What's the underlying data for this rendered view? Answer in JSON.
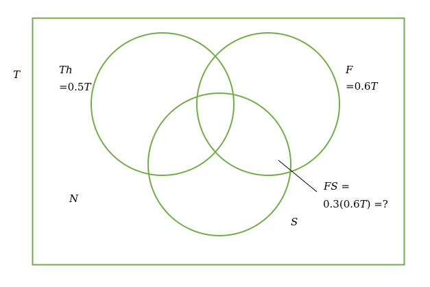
{
  "colors": {
    "outline": "#70ad47",
    "text": "#000000",
    "background": "#ffffff"
  },
  "labels": {
    "universe": "T",
    "th_name": "Th",
    "th_value": "=0.5",
    "th_unit": "T",
    "f_name": "F",
    "f_value": "=0.6",
    "f_unit": "T",
    "s_name": "S",
    "n_name": "N",
    "fs_line1": "FS =",
    "fs_line2_a": "0.3(0.6",
    "fs_line2_b": "T",
    "fs_line2_c": ") =?"
  }
}
